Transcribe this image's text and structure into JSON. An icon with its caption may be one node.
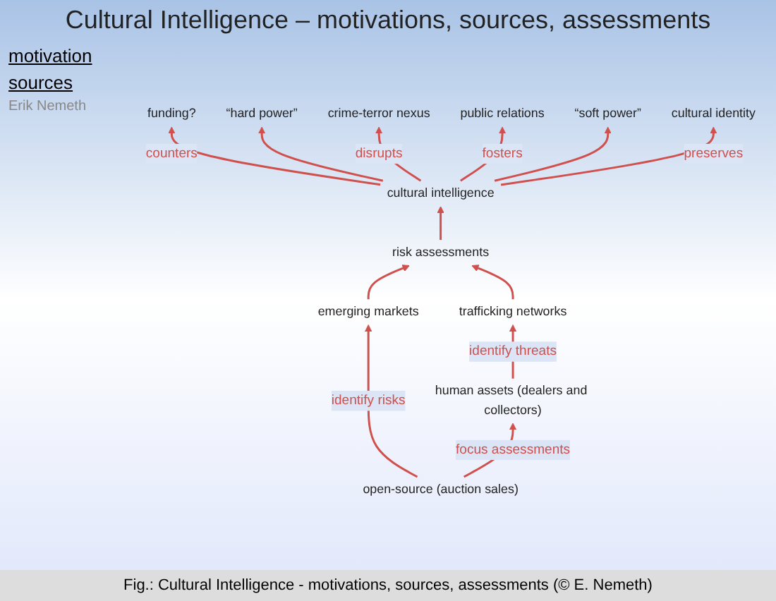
{
  "diagram": {
    "title": "Cultural Intelligence – motivations, sources, assessments",
    "caption": "Fig.: Cultural Intelligence - motivations, sources, assessments (© E. Nemeth)",
    "nodes": [
      {
        "text": [
          "funding?"
        ]
      },
      {
        "text": [
          "“hard power”"
        ]
      },
      {
        "text": [
          "crime-terror nexus"
        ]
      },
      {
        "text": [
          "cultural intelligence"
        ]
      },
      {
        "text": [
          "public relations"
        ]
      },
      {
        "text": [
          "“soft power”"
        ]
      },
      {
        "text": [
          "cultural identity"
        ]
      },
      {
        "text": [
          "emerging markets"
        ]
      },
      {
        "text": [
          "risk assessments"
        ]
      },
      {
        "text": [
          "trafficking networks"
        ]
      },
      {
        "text": [
          "open-source (auction sales)"
        ]
      },
      {
        "text": [
          "human assets (dealers and collectors)"
        ]
      }
    ],
    "edges": [
      {
        "from": 3,
        "to": 0,
        "arrow": "to",
        "label": "counters"
      },
      {
        "from": 3,
        "to": 1,
        "arrow": "to"
      },
      {
        "from": 3,
        "to": 2,
        "arrow": "to",
        "label": "disrupts"
      },
      {
        "from": 3,
        "to": 4,
        "arrow": "to",
        "label": "fosters"
      },
      {
        "from": 3,
        "to": 5,
        "arrow": "to"
      },
      {
        "from": 3,
        "to": 6,
        "arrow": "to",
        "label": "preserves"
      },
      {
        "from": 8,
        "to": 3,
        "arrow": "to"
      },
      {
        "from": 7,
        "to": 8,
        "arrow": "to"
      },
      {
        "from": 9,
        "to": 8,
        "arrow": "to"
      },
      {
        "from": 10,
        "to": 7,
        "arrow": "to",
        "label": "identify risks"
      },
      {
        "from": 11,
        "to": 9,
        "arrow": "to",
        "label": "identify threats"
      },
      {
        "from": 10,
        "to": 11,
        "arrow": "to",
        "label": "focus assessments"
      }
    ],
    "labels": [
      "motivation",
      "sources",
      "Erik Nemeth"
    ]
  }
}
